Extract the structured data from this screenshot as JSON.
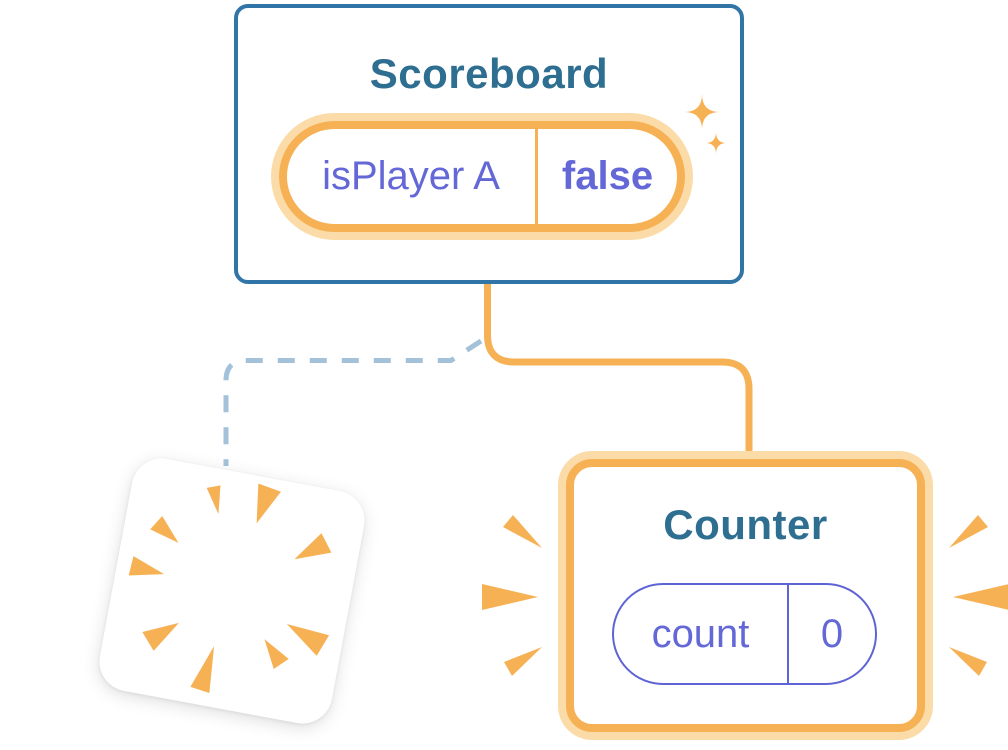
{
  "scoreboard": {
    "title": "Scoreboard",
    "state": {
      "key": "isPlayer A",
      "value": "false"
    }
  },
  "counter": {
    "title": "Counter",
    "state": {
      "key": "count",
      "value": "0"
    }
  },
  "icons": {
    "sparkles": "sparkle-icon",
    "poof": "poof-burst-icon",
    "emphasis": "emphasis-marks-icon"
  },
  "colors": {
    "background": "#FFFFFF",
    "card_border_blue": "#3174A6",
    "title_teal": "#2E6E90",
    "state_purple": "#6468D7",
    "pill_border_purple": "#5F64D4",
    "accent_orange": "#F7B155",
    "accent_orange_glow": "#FBDCA8",
    "dashed_line_blue": "#A3C2D9"
  }
}
